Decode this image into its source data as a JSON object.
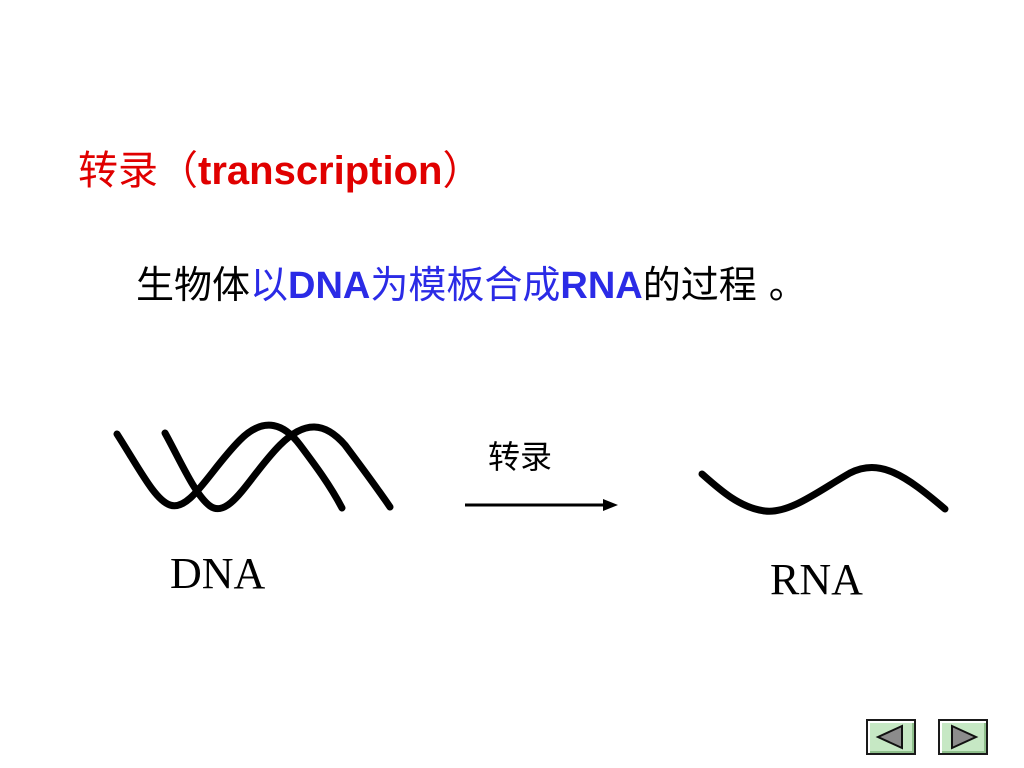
{
  "title": {
    "cn": "转录（",
    "en": "transcription",
    "close": "）"
  },
  "definition": {
    "part1": "生物体",
    "part2": "以",
    "part3": "DNA",
    "part4": "为模板合成",
    "part5": "RNA",
    "part6": "的过程 。"
  },
  "diagram": {
    "arrow_label": "转录",
    "dna_label": "DNA",
    "rna_label": "RNA"
  },
  "colors": {
    "title": "#e00000",
    "highlight": "#2b2be6",
    "nav_button": "#c6e8c4"
  },
  "navigation": {
    "prev_icon": "triangle-left-icon",
    "next_icon": "triangle-right-icon"
  }
}
